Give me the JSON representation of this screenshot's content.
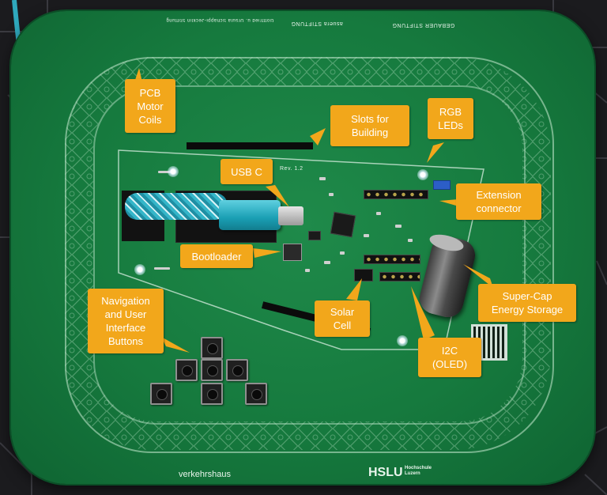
{
  "image": {
    "subject": "Green PCB game board with motor coil race track and annotated electronic components"
  },
  "callouts": {
    "pcb_motor_coils": "PCB\nMotor\nCoils",
    "slots_for_building": "Slots for\nBuilding",
    "rgb_leds": "RGB\nLEDs",
    "usb_c": "USB C",
    "extension_connector": "Extension\nconnector",
    "bootloader": "Bootloader",
    "super_cap": "Super-Cap\nEnergy Storage",
    "solar_cell": "Solar\nCell",
    "i2c_oled": "I2C\n(OLED)",
    "navigation_buttons": "Navigation\nand User\nInterface\nButtons"
  },
  "silkscreen": {
    "top_left_credit": "Gottfried u. Ursula Schäppi-Jecklin Stiftung",
    "top_center_logo": "asuera STIFTUNG",
    "top_right_logo": "GEBAUER STIFTUNG",
    "revision": "Rev. 1.2",
    "bottom_left_logo": "verkehrshaus",
    "bottom_right_logo_main": "HSLU",
    "bottom_right_logo_sub": "Hochschule\nLuzern"
  },
  "colors": {
    "board_green": "#167a3e",
    "callout_orange": "#f2a71b",
    "cable_cyan": "#35b6c9"
  }
}
